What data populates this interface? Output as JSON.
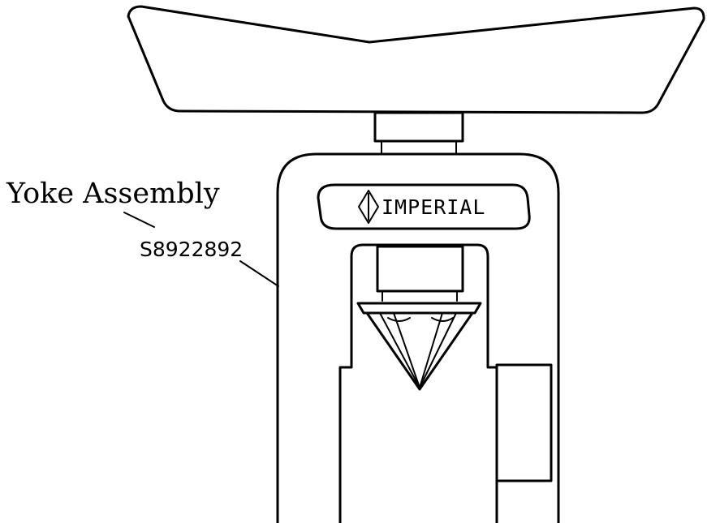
{
  "callout": {
    "title": "Yoke Assembly",
    "part_number": "S8922892"
  },
  "brand_plate": {
    "text": "IMPERIAL",
    "logo_icon": "diamond-logo-icon"
  },
  "colors": {
    "ink": "#000000",
    "paper": "#ffffff"
  }
}
